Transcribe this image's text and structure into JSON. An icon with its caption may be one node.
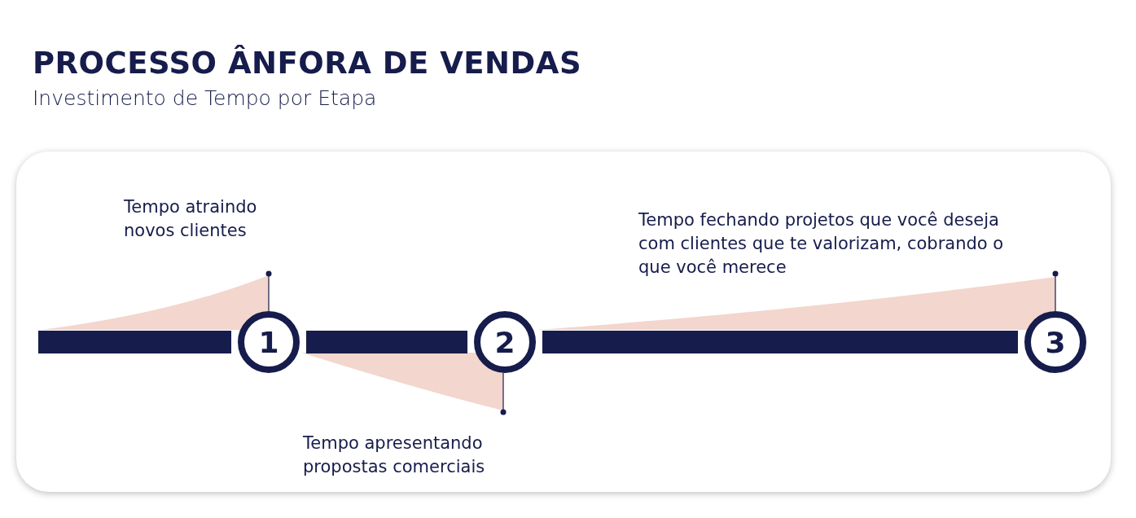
{
  "diagram": {
    "title": "PROCESSO ÂNFORA DE VENDAS",
    "caption": "Investimento de Tempo por Etapa",
    "nodes": [
      {
        "text": [
          "1"
        ]
      },
      {
        "text": [
          "2"
        ]
      },
      {
        "text": [
          "3"
        ]
      }
    ],
    "edges": [
      {
        "from": null,
        "to": 0,
        "arrow": "none"
      },
      {
        "from": 0,
        "to": 1,
        "arrow": "none"
      },
      {
        "from": 1,
        "to": 2,
        "arrow": "none"
      }
    ],
    "labels": [
      "Tempo atraindo novos clientes",
      "Tempo fechando projetos que você deseja com clientes que te valorizam, cobrando o que você merece",
      "Tempo apresentando propostas comerciais"
    ]
  }
}
